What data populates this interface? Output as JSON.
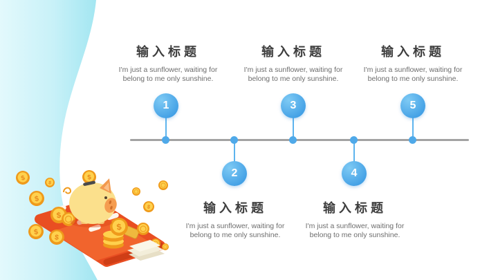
{
  "slide": {
    "type": "presentation-timeline-slide",
    "background_color": "#ffffff"
  },
  "timeline": {
    "line_color": "#a2a2a2",
    "node_color_top": "#7ecaf4",
    "node_color_bottom": "#419fe5",
    "items": [
      {
        "number": "1",
        "side": "top",
        "title": "输入标题",
        "desc_line1": "I'm just a sunflower, waiting for",
        "desc_line2": "belong to me only sunshine."
      },
      {
        "number": "2",
        "side": "bottom",
        "title": "输入标题",
        "desc_line1": "I'm just a sunflower, waiting for",
        "desc_line2": "belong to me only sunshine."
      },
      {
        "number": "3",
        "side": "top",
        "title": "输入标题",
        "desc_line1": "I'm just a sunflower, waiting for",
        "desc_line2": "belong to me only sunshine."
      },
      {
        "number": "4",
        "side": "bottom",
        "title": "输入标题",
        "desc_line1": "I'm just a sunflower, waiting for",
        "desc_line2": "belong to me only sunshine."
      },
      {
        "number": "5",
        "side": "top",
        "title": "输入标题",
        "desc_line1": "I'm just a sunflower, waiting for",
        "desc_line2": "belong to me only sunshine."
      }
    ]
  },
  "decor": {
    "wave_color_light": "#e3f9fc",
    "wave_color_deep": "#a2e6f1",
    "illustration": "piggy-bank-with-coins-on-credit-card",
    "coin_symbol": "$",
    "card_color": "#e94e22",
    "coin_gold": "#ffd14d",
    "pig_color": "#fbe08c"
  }
}
